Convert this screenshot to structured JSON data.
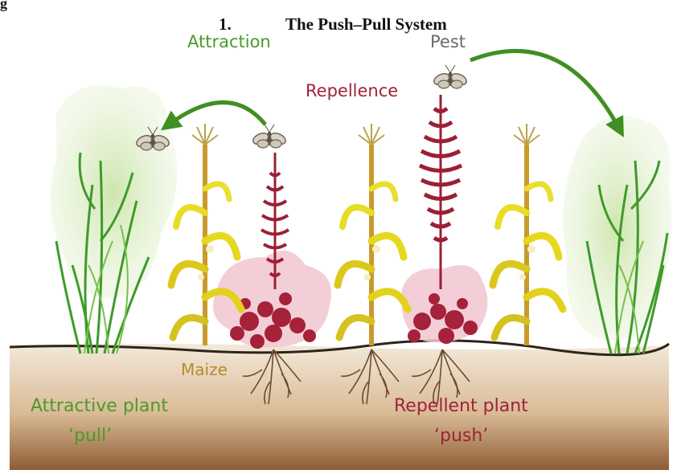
{
  "figure": {
    "corner_label": "g",
    "number": "1.",
    "title": "The Push–Pull System"
  },
  "labels": {
    "attraction": "Attraction",
    "pest": "Pest",
    "repellence": "Repellence",
    "maize": "Maize",
    "attractive_plant": "Attractive plant",
    "pull": "‘pull’",
    "repellent_plant": "Repellent plant",
    "push": "‘push’"
  },
  "colors": {
    "green_text": "#4b9a2c",
    "red_text": "#a0223a",
    "pest_text": "#6a6a6a",
    "maize_text": "#b88a2a",
    "arrow_green": "#3f8f22",
    "repellent_red": "#9c1f36",
    "soil_top": "#f1e6d6",
    "soil_bottom": "#9a6a3e"
  }
}
